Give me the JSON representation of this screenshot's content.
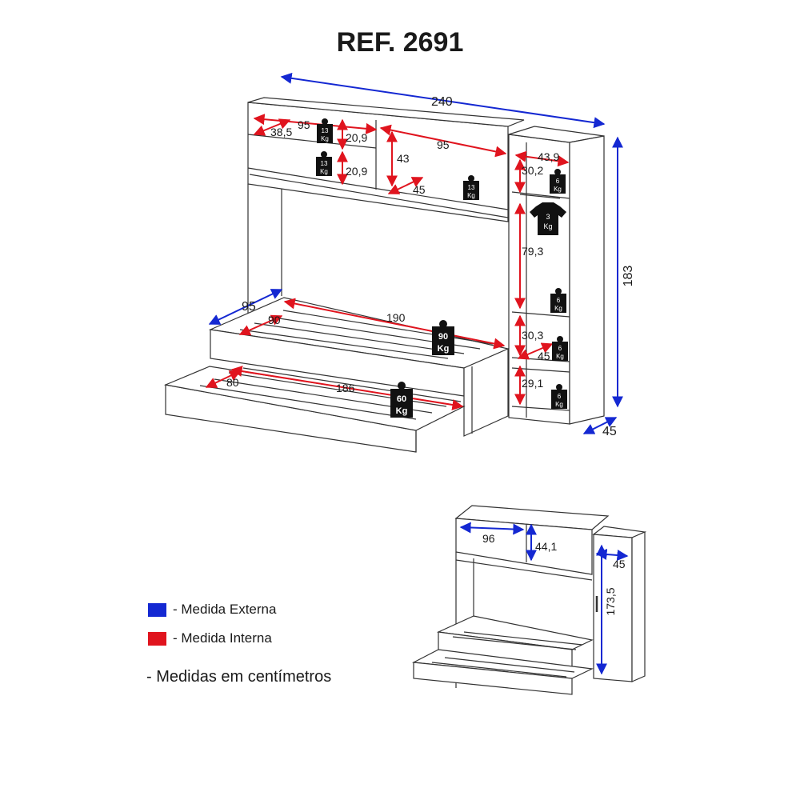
{
  "title": "REF. 2691",
  "colors": {
    "external": "#1428d2",
    "internal": "#e0141e",
    "outline": "#333333",
    "tag": "#111111"
  },
  "legend": [
    {
      "label": "- Medida Externa",
      "color": "#1428d2"
    },
    {
      "label": "- Medida Interna",
      "color": "#e0141e"
    }
  ],
  "note": "- Medidas em centímetros",
  "main_dimensions": {
    "width": "240",
    "height": "183",
    "depth_tower": "45",
    "depth_bed": "95",
    "top_left_width": "95",
    "top_left_depth": "38,5",
    "top_left_upper_height": "20,9",
    "top_left_lower_height": "20,9",
    "top_right_width": "95",
    "top_right_height": "43",
    "top_right_depth": "45",
    "tower_width": "43,9",
    "tower_top_height": "30,2",
    "tower_hanging_height": "79,3",
    "tower_mid_height": "30,3",
    "tower_mid_depth": "45",
    "tower_bottom_height": "29,1",
    "bed_length": "190",
    "bed_width": "90",
    "trundle_length": "186",
    "trundle_width": "80"
  },
  "weight_tags": {
    "top_left_upper": [
      "13",
      "Kg"
    ],
    "top_left_lower": [
      "13",
      "Kg"
    ],
    "top_right": [
      "13",
      "Kg"
    ],
    "tower_top": [
      "6",
      "Kg"
    ],
    "tower_hanger": [
      "3",
      "Kg"
    ],
    "tower_shelf_1": [
      "6",
      "Kg"
    ],
    "tower_shelf_2": [
      "6",
      "Kg"
    ],
    "tower_shelf_3": [
      "6",
      "Kg"
    ],
    "bed": [
      "90",
      "Kg"
    ],
    "trundle": [
      "60",
      "Kg"
    ]
  },
  "closed_dimensions": {
    "door_width": "96",
    "door_height": "44,1",
    "tower_depth": "45",
    "tower_height": "173,5"
  }
}
